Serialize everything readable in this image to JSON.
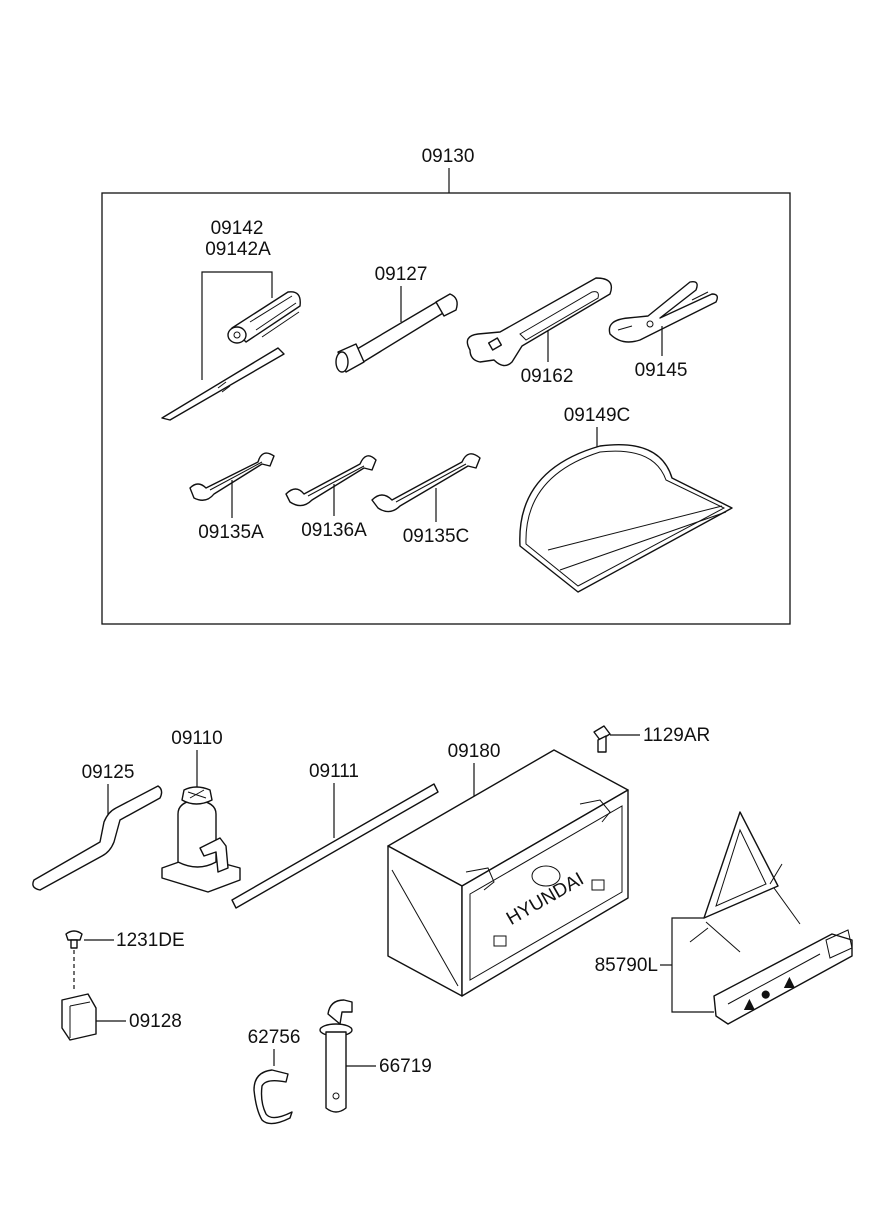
{
  "group_label": "09130",
  "labels": {
    "p09142": "09142",
    "p09142A": "09142A",
    "p09127": "09127",
    "p09162": "09162",
    "p09145": "09145",
    "p09149C": "09149C",
    "p09135A": "09135A",
    "p09136A": "09136A",
    "p09135C": "09135C",
    "p09110": "09110",
    "p09125": "09125",
    "p09111": "09111",
    "p09180": "09180",
    "p1129AR": "1129AR",
    "p1231DE": "1231DE",
    "p09128": "09128",
    "p62756": "62756",
    "p66719": "66719",
    "p85790L": "85790L"
  },
  "logo_text": "HYUNDAI"
}
